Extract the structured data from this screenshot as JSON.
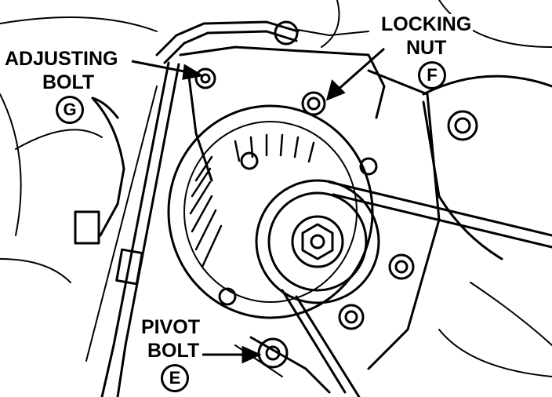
{
  "callouts": {
    "adjusting_bolt": {
      "line1": "ADJUSTING",
      "line2": "BOLT",
      "letter": "G"
    },
    "locking_nut": {
      "line1": "LOCKING",
      "line2": "NUT",
      "letter": "F"
    },
    "pivot_bolt": {
      "line1": "PIVOT",
      "line2": "BOLT",
      "letter": "E"
    }
  },
  "colors": {
    "ink": "#000000",
    "paper": "#ffffff"
  }
}
